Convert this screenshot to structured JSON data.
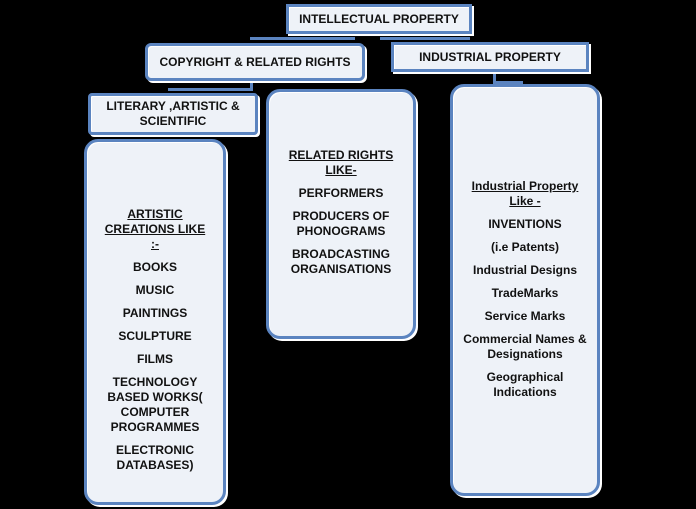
{
  "diagram": {
    "root": {
      "label": "INTELLECTUAL PROPERTY"
    },
    "branches": [
      {
        "label": "COPYRIGHT & RELATED RIGHTS"
      },
      {
        "label": "INDUSTRIAL PROPERTY"
      }
    ],
    "sub_branch": {
      "label": "LITERARY ,ARTISTIC & SCIENTIFIC"
    },
    "panels": [
      {
        "title": "ARTISTIC CREATIONS LIKE :-",
        "items": [
          "BOOKS",
          "MUSIC",
          "PAINTINGS",
          "SCULPTURE",
          "FILMS",
          "TECHNOLOGY BASED WORKS( COMPUTER PROGRAMMES",
          "ELECTRONIC DATABASES)"
        ]
      },
      {
        "title": "RELATED RIGHTS LIKE-",
        "items": [
          "PERFORMERS",
          "PRODUCERS OF PHONOGRAMS",
          "BROADCASTING ORGANISATIONS"
        ]
      },
      {
        "title": "Industrial Property Like -",
        "items": [
          "INVENTIONS",
          "(i.e Patents)",
          "Industrial Designs",
          "TradeMarks",
          "Service Marks",
          "Commercial Names & Designations",
          "Geographical Indications"
        ]
      }
    ],
    "colors": {
      "border": "#5b84c0",
      "fill": "#eef2f8",
      "background": "#000000"
    }
  }
}
